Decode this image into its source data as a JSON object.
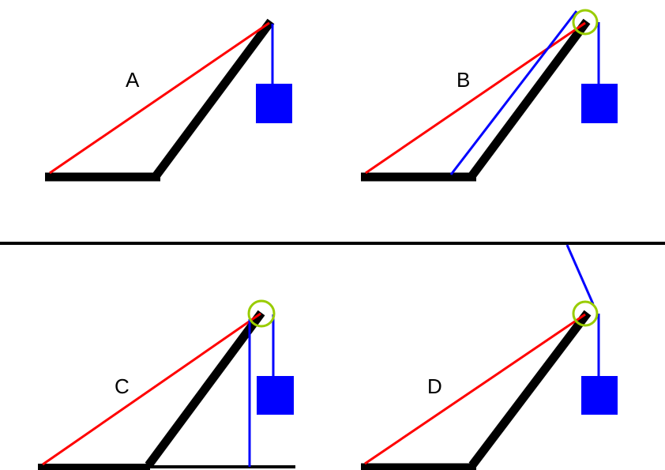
{
  "colors": {
    "background": "#ffffff",
    "boom": "#000000",
    "tie_line": "#ff0000",
    "rope": "#0000ff",
    "weight": "#0000ff",
    "pulley_ring": "#99cc00",
    "divider": "#000000"
  },
  "panels": [
    {
      "id": "a",
      "label": "A"
    },
    {
      "id": "b",
      "label": "B"
    },
    {
      "id": "c",
      "label": "C"
    },
    {
      "id": "d",
      "label": "D"
    }
  ]
}
